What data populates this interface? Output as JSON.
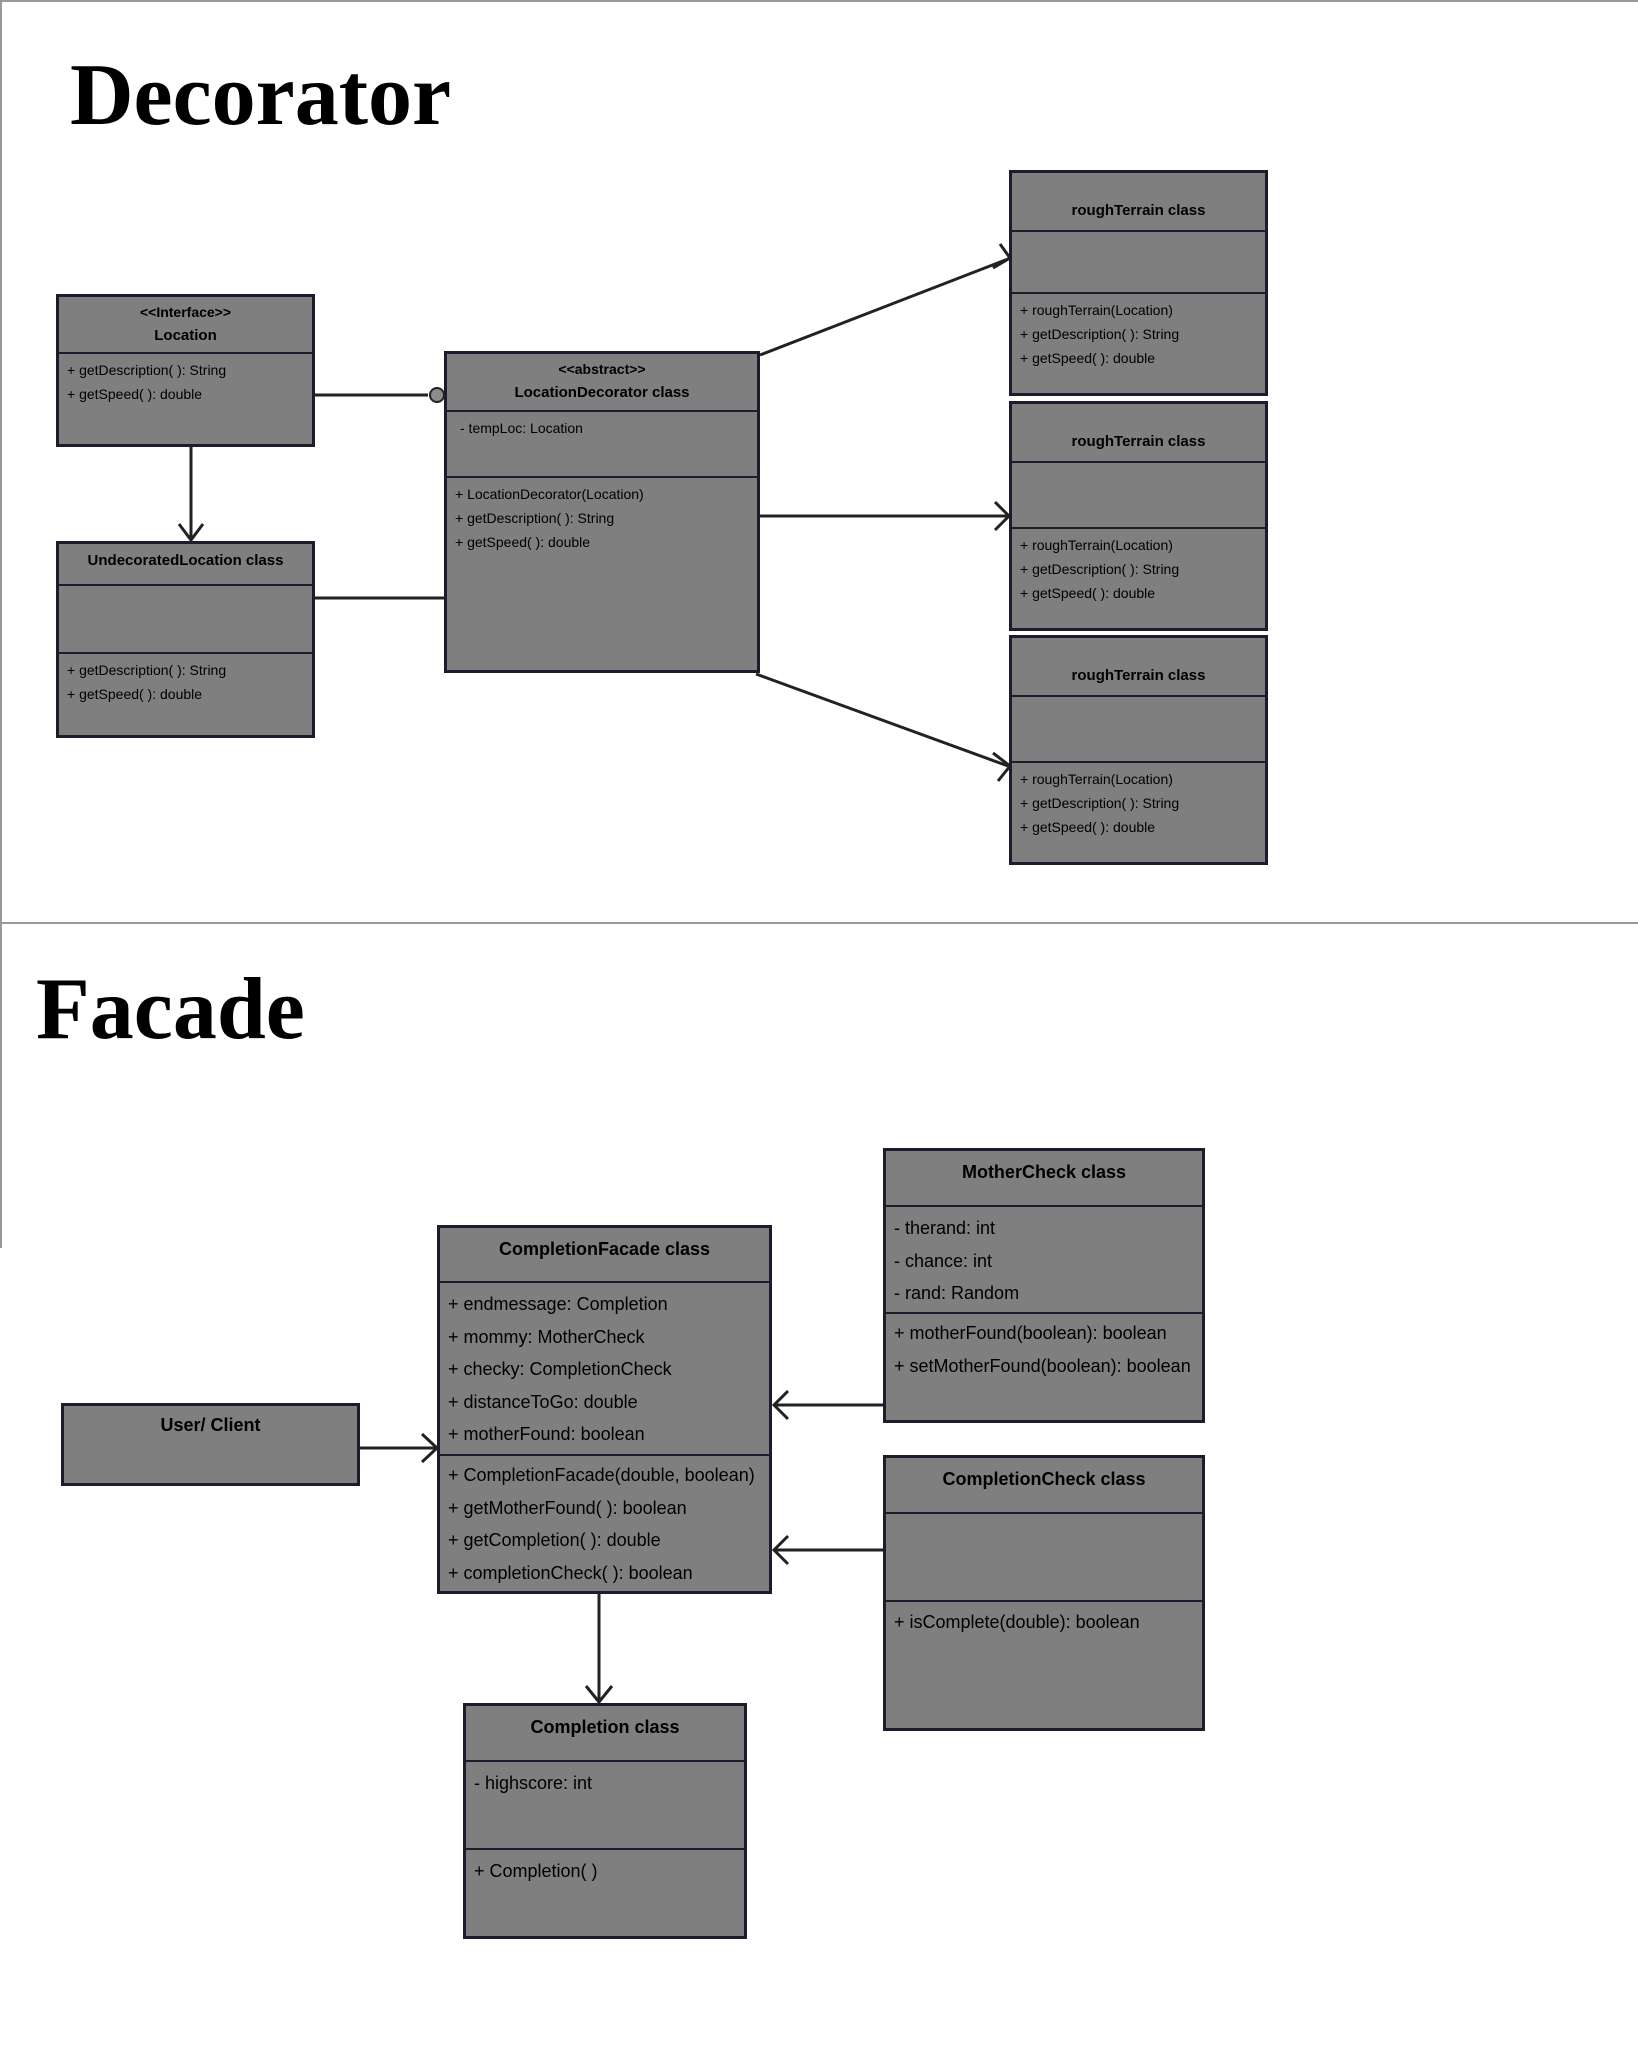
{
  "decorator": {
    "title": "Decorator",
    "classes": {
      "location": {
        "stereotype": "<<Interface>>",
        "name": "Location",
        "attributes": [],
        "methods": [
          "+ getDescription( ): String",
          "+ getSpeed( ): double"
        ]
      },
      "undecorated_location": {
        "name": "UndecoratedLocation class",
        "attributes": [],
        "methods": [
          "+ getDescription( ): String",
          "+ getSpeed( ): double"
        ]
      },
      "location_decorator": {
        "stereotype": "<<abstract>>",
        "name": "LocationDecorator class",
        "attributes": [
          "- tempLoc: Location"
        ],
        "methods": [
          "+ LocationDecorator(Location)",
          "+ getDescription( ): String",
          "+ getSpeed( ): double"
        ]
      },
      "rough_terrain_1": {
        "name": "roughTerrain class",
        "attributes": [],
        "methods": [
          "+ roughTerrain(Location)",
          "+ getDescription( ): String",
          "+ getSpeed( ): double"
        ]
      },
      "rough_terrain_2": {
        "name": "roughTerrain class",
        "attributes": [],
        "methods": [
          "+ roughTerrain(Location)",
          "+ getDescription( ): String",
          "+ getSpeed( ): double"
        ]
      },
      "rough_terrain_3": {
        "name": "roughTerrain class",
        "attributes": [],
        "methods": [
          "+ roughTerrain(Location)",
          "+ getDescription( ): String",
          "+ getSpeed( ): double"
        ]
      }
    }
  },
  "facade": {
    "title": "Facade",
    "classes": {
      "user_client": {
        "name": "User/ Client"
      },
      "completion_facade": {
        "name": "CompletionFacade class",
        "attributes": [
          "+ endmessage: Completion",
          "+ mommy: MotherCheck",
          "+ checky: CompletionCheck",
          "+ distanceToGo: double",
          "+ motherFound: boolean"
        ],
        "methods": [
          "+ CompletionFacade(double, boolean)",
          "+ getMotherFound( ): boolean",
          "+ getCompletion( ): double",
          "+ completionCheck( ): boolean"
        ]
      },
      "mother_check": {
        "name": "MotherCheck class",
        "attributes": [
          "- therand: int",
          "- chance: int",
          "- rand: Random"
        ],
        "methods": [
          "+ motherFound(boolean): boolean",
          "+ setMotherFound(boolean): boolean"
        ]
      },
      "completion_check": {
        "name": "CompletionCheck class",
        "attributes": [],
        "methods": [
          "+ isComplete(double): boolean"
        ]
      },
      "completion": {
        "name": "Completion class",
        "attributes": [
          "- highscore: int"
        ],
        "methods": [
          "+ Completion( )"
        ]
      }
    }
  },
  "colors": {
    "box_fill": "#7f7f7f",
    "box_border": "#1c1c2c",
    "connector": "#222222",
    "page_border": "#999999"
  }
}
